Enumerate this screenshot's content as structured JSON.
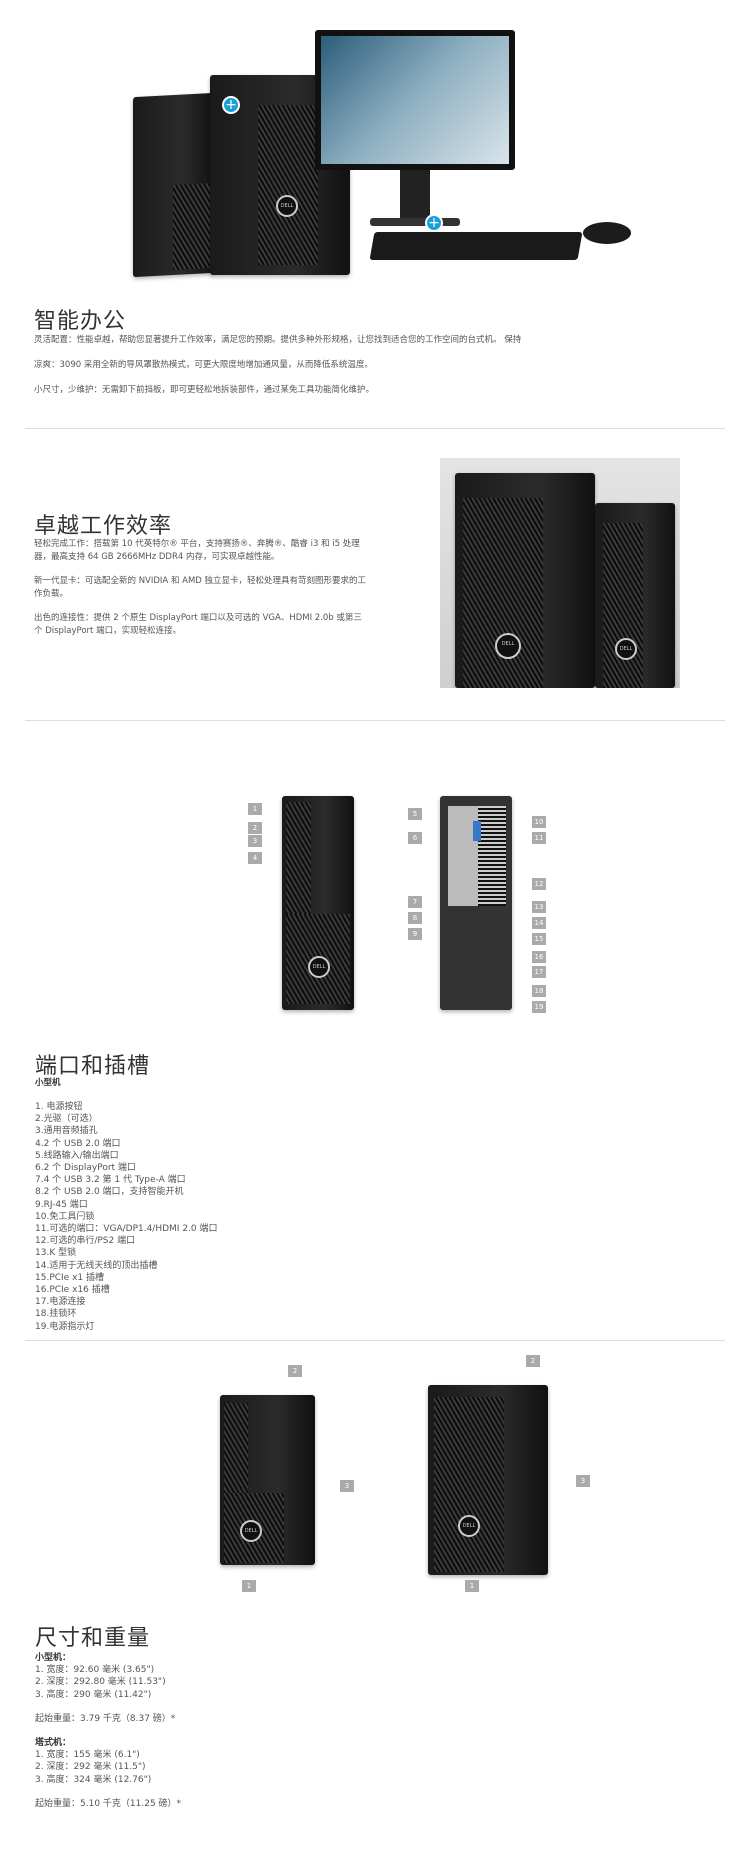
{
  "section1": {
    "title": "智能办公",
    "paragraphs": [
      "灵活配置：性能卓越，帮助您显著提升工作效率，满足您的预期。提供多种外形规格，让您找到适合您的工作空间的台式机。 保持",
      "凉爽：3090 采用全新的导风罩散热模式，可更大限度地增加通风量，从而降低系统温度。",
      "小尺寸，少维护：无需卸下前挡板，即可更轻松地拆装部件，通过某免工具功能简化维护。"
    ]
  },
  "section2": {
    "title": "卓越工作效率",
    "paragraphs": [
      "轻松完成工作：搭载第 10 代英特尔® 平台，支持赛扬®、奔腾®、酷睿 i3 和 i5 处理器，最高支持 64 GB 2666MHz DDR4 内存，可实现卓越性能。",
      "新一代显卡：可选配全新的 NVIDIA 和 AMD 独立显卡，轻松处理具有苛刻图形要求的工作负载。",
      "出色的连接性：提供 2 个原生 DisplayPort 端口以及可选的 VGA、HDMI 2.0b 或第三个 DisplayPort 端口，实现轻松连接。"
    ],
    "brand": "DELL"
  },
  "section3": {
    "title": "端口和插槽",
    "subtitle": "小型机",
    "items": [
      "1. 电源按钮",
      "2.光驱（可选）",
      "3.通用音频插孔",
      "4.2 个 USB 2.0 端口",
      "5.线路输入/输出端口",
      "6.2 个 DisplayPort 端口",
      "7.4 个 USB 3.2 第 1 代 Type-A 端口",
      "8.2 个 USB 2.0 端口，支持智能开机",
      "9.RJ-45 端口",
      "10.免工具闩锁",
      "11.可选的端口：VGA/DP1.4/HDMI 2.0 端口",
      "12.可选的串行/PS2 端口",
      "13.K 型锁",
      "14.适用于无线天线的顶出插槽",
      "15.PCIe x1 插槽",
      "16.PCIe x16 插槽",
      "17.电源连接",
      "18.挂锁环",
      "19.电源指示灯"
    ],
    "front_tags": [
      "1",
      "2",
      "3",
      "4"
    ],
    "rear_tags_left": [
      "5",
      "6",
      "7",
      "8",
      "9"
    ],
    "rear_tags_right": [
      "10",
      "11",
      "12",
      "13",
      "14",
      "15",
      "16",
      "17",
      "18",
      "19"
    ]
  },
  "section4": {
    "title": "尺寸和重量",
    "sff": {
      "label": "小型机：",
      "dims": [
        "1. 宽度：92.60 毫米 (3.65\")",
        "2. 深度：292.80 毫米 (11.53\")",
        "3. 高度：290 毫米 (11.42\")"
      ],
      "weight": "起始重量：3.79 千克（8.37 磅）*"
    },
    "tower": {
      "label": "塔式机：",
      "dims": [
        "1. 宽度：155 毫米 (6.1\")",
        "2. 深度：292 毫米 (11.5\")",
        "3. 高度：324 毫米 (12.76\")"
      ],
      "weight": "起始重量：5.10 千克（11.25 磅）*"
    },
    "tags": [
      "1",
      "2",
      "3"
    ]
  }
}
